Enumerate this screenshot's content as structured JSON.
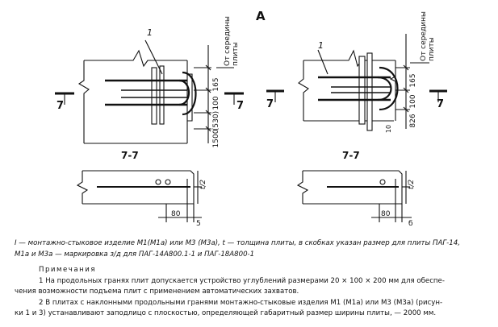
{
  "sheet_letter": "А",
  "left_view": {
    "leader_number": "1",
    "section_marker": "7",
    "dims_vertical": [
      "165",
      "100",
      "(530)",
      "1500"
    ],
    "mid_label_top": "От середины",
    "mid_label_bottom": "плиты"
  },
  "right_view": {
    "leader_number": "1",
    "section_marker": "7",
    "dims_vertical": [
      "165",
      "100",
      "826"
    ],
    "dim_small": "10",
    "mid_label_top": "От середины",
    "mid_label_bottom": "плиты"
  },
  "section_left": {
    "title": "7-7",
    "half_thickness": "t/2",
    "dim_a": "80",
    "dim_b": "5"
  },
  "section_right": {
    "title": "7-7",
    "half_thickness": "t/2",
    "dim_a": "80",
    "dim_b": "б"
  },
  "caption": {
    "line1": "I — монтажно-стыковое изделие М1(М1а) или М3 (М3а), t — толщина плиты, в скобках указан размер для плиты ПАГ-14,",
    "line2": "М1а и М3а — маркировка з/д для ПАГ-14А800.1-1 и ПАГ-18А800-1"
  },
  "notes": {
    "heading": "Примечания",
    "line1": "1  На продольных гранях плит допускается устройство углублений размерами 20 × 100 × 200 мм для обеспе-",
    "line2": "чения возможности подъема плит с применением автоматических захватов.",
    "line3": "2  В плитах с наклонными продольными гранями монтажно-стыковые изделия М1 (М1а) или М3 (М3а) (рисун-",
    "line4": "ки 1 и 3) устанавливают заподлицо с плоскостью, определяющей габаритный размер ширины плиты, — 2000 мм."
  }
}
